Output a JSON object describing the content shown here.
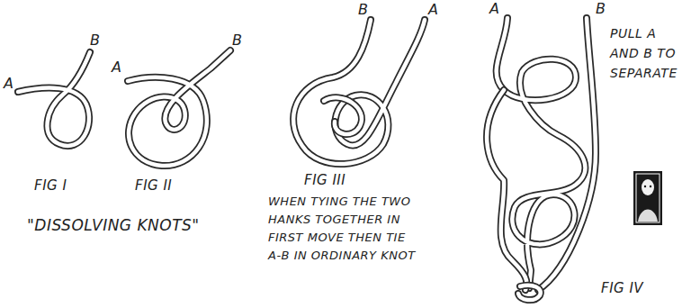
{
  "diagram": {
    "title": "\"DISSOLVING KNOTS\"",
    "labels": [
      "A",
      "B",
      "A",
      "B",
      "B",
      "A",
      "A",
      "B",
      "FIG I",
      "FIG II",
      "FIG III",
      "WHEN TYING THE TWO HANKS TOGETHER IN FIRST MOVE THEN TIE A-B IN ORDINARY KNOT",
      "PULL A AND B TO SEPARATE",
      "FIG IV"
    ]
  }
}
